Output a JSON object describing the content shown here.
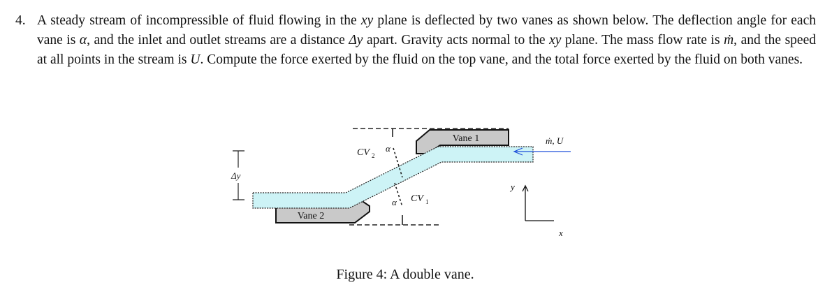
{
  "problem": {
    "number": "4.",
    "seg1": "A steady stream of incompressible of fluid flowing in the ",
    "m_xy1": "xy",
    "seg2": " plane is deflected by two vanes as shown below. The deflection angle for each vane is ",
    "m_alpha": "α",
    "seg3": ", and the inlet and outlet streams are a distance ",
    "m_dy": "Δy",
    "seg4": " apart. Gravity acts normal to the ",
    "m_xy2": "xy",
    "seg5": " plane. The mass flow rate is ",
    "m_mdot": "ṁ",
    "seg6": ", and the speed at all points in the stream is ",
    "m_U": "U",
    "seg7": ". Compute the force exerted by the fluid on the top vane, and the total force exerted by the fluid on both vanes."
  },
  "figure": {
    "vane1_label": "Vane 1",
    "vane2_label": "Vane 2",
    "cv2_label": "CV",
    "cv2_sub": "2",
    "cv1_label": "CV",
    "cv1_sub": "1",
    "alpha_top": "α",
    "alpha_bottom": "α",
    "inlet_label": "ṁ, U",
    "dy_label": "Δy",
    "y_axis": "y",
    "x_axis": "x",
    "fluid_color": "#cdf3f6",
    "vane_color": "#c9c9c9"
  },
  "caption": "Figure 4: A double vane."
}
